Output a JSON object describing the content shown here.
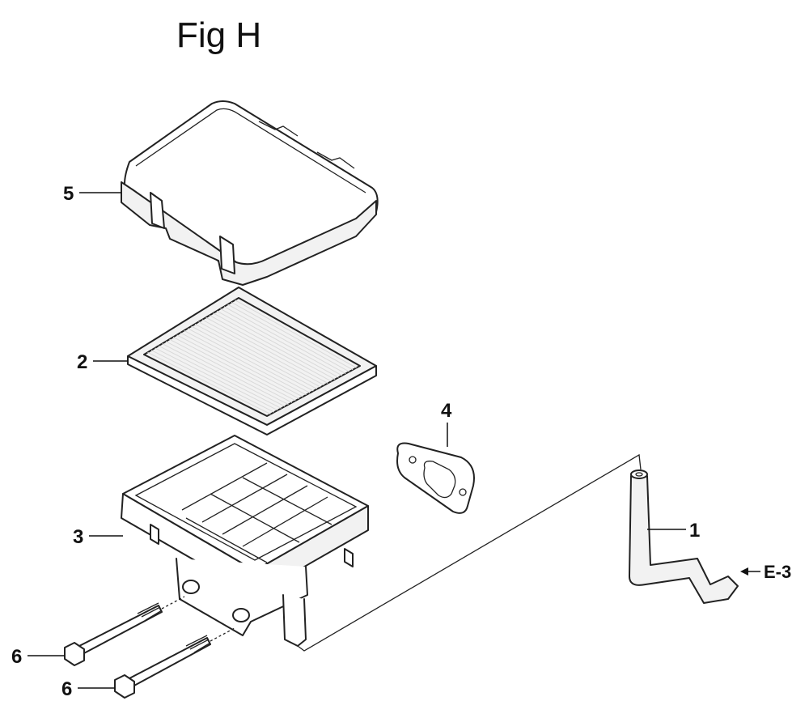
{
  "figure": {
    "title": "Fig H"
  },
  "callouts": [
    {
      "number": "1",
      "part": "tube"
    },
    {
      "number": "2",
      "part": "air-filter-element"
    },
    {
      "number": "3",
      "part": "air-cleaner-case"
    },
    {
      "number": "4",
      "part": "gasket"
    },
    {
      "number": "5",
      "part": "air-cleaner-cover"
    },
    {
      "number": "6",
      "part": "bolt-upper"
    },
    {
      "number": "6",
      "part": "bolt-lower"
    }
  ],
  "reference": {
    "label": "E-3",
    "arrow": "left"
  }
}
